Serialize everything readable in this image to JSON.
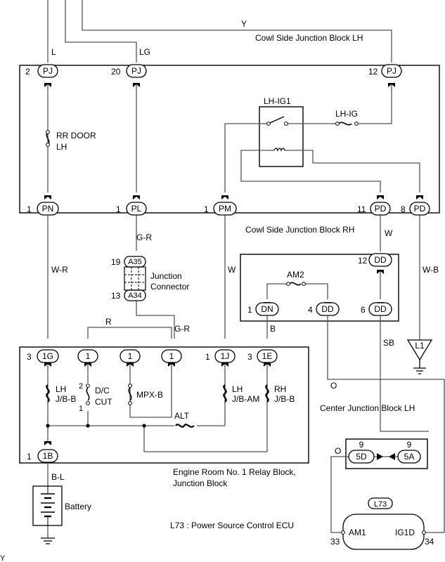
{
  "blocks": {
    "cowl_lh": "Cowl Side Junction Block LH",
    "cowl_rh": "Cowl Side Junction Block RH",
    "center_lh": "Center Junction Block LH",
    "engine_room_1": "Engine Room No. 1 Relay Block,",
    "engine_room_2": "Junction Block",
    "ecu_note": "L73 : Power Source Control ECU"
  },
  "wires": {
    "top_y": "Y",
    "top_l": "L",
    "top_lg": "LG",
    "gr1": "G-R",
    "wr": "W-R",
    "w1": "W",
    "w2": "W",
    "wb": "W-B",
    "r": "R",
    "gr2": "G-R",
    "b": "B",
    "sb": "SB",
    "o1": "O",
    "o2": "O",
    "bl": "B-L"
  },
  "pins_top": [
    {
      "num": "2",
      "code": "PJ"
    },
    {
      "num": "20",
      "code": "PJ"
    },
    {
      "num": "12",
      "code": "PJ"
    }
  ],
  "pins_bottom_lh": [
    {
      "num": "1",
      "code": "PN"
    },
    {
      "num": "1",
      "code": "PL"
    },
    {
      "num": "1",
      "code": "PM"
    },
    {
      "num": "11",
      "code": "PD"
    },
    {
      "num": "8",
      "code": "PD"
    }
  ],
  "fuses": {
    "rr_door_1": "RR DOOR",
    "rr_door_2": "LH",
    "lh_ig": "LH-IG",
    "relay": "LH-IG1",
    "am2": "AM2",
    "lh_jbb_1": "LH",
    "lh_jbb_2": "J/B-B",
    "dc_cut_1": "D/C",
    "dc_cut_2": "CUT",
    "mpxb": "MPX-B",
    "lh_jbam_1": "LH",
    "lh_jbam_2": "J/B-AM",
    "rh_jbb_1": "RH",
    "rh_jbb_2": "J/B-B",
    "alt": "ALT",
    "dc_pin_2": "2",
    "dc_pin_1": "1"
  },
  "junction_connector": {
    "top_num": "19",
    "top_code": "A35",
    "bottom_num": "13",
    "bottom_code": "A34",
    "label_1": "Junction",
    "label_2": "Connector"
  },
  "rh_pins": [
    {
      "num": "12",
      "code": "DD"
    },
    {
      "num": "1",
      "code": "DN"
    },
    {
      "num": "4",
      "code": "DD"
    },
    {
      "num": "6",
      "code": "DD"
    }
  ],
  "ground": "L1",
  "er_pins": [
    {
      "num": "3",
      "code": "1G"
    },
    {
      "num": "",
      "code": "1"
    },
    {
      "num": "",
      "code": "1"
    },
    {
      "num": "",
      "code": "1"
    },
    {
      "num": "1",
      "code": "1J"
    },
    {
      "num": "3",
      "code": "1E"
    },
    {
      "num": "1",
      "code": "1B"
    }
  ],
  "center_pins": [
    {
      "num": "9",
      "code": "5D"
    },
    {
      "num": "9",
      "code": "5A"
    }
  ],
  "battery": "Battery",
  "ecu": {
    "name": "L73",
    "am1": "AM1",
    "ig1d": "IG1D",
    "pin_am1": "33",
    "pin_ig1d": "34"
  },
  "corner_mark": "Y"
}
